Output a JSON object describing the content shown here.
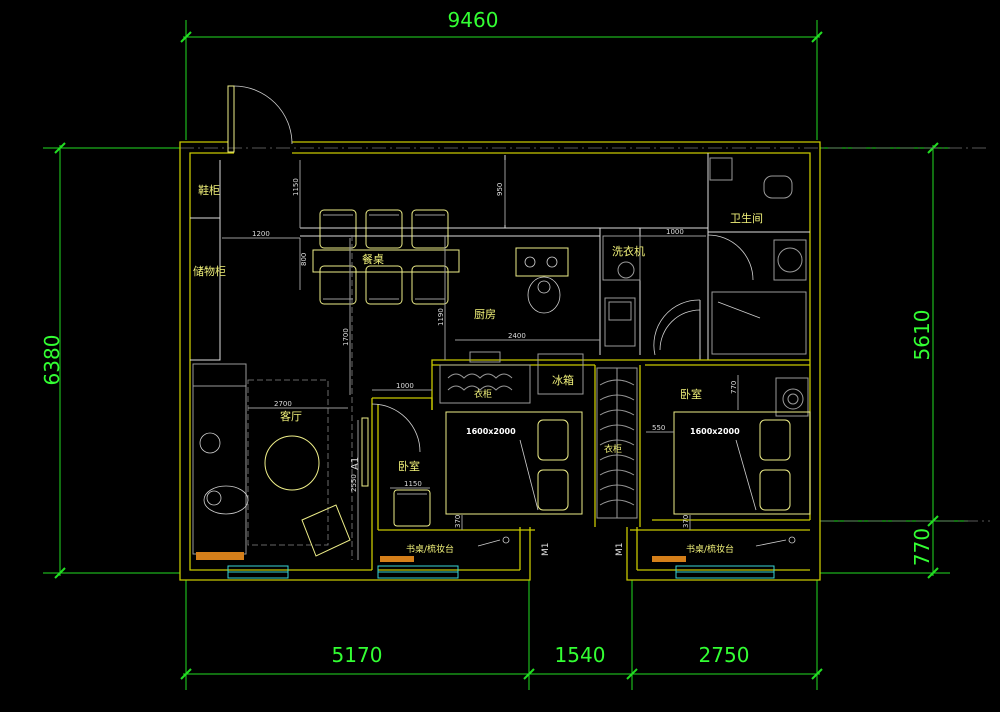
{
  "dimensions": {
    "total_width": "9460",
    "total_height": "6380",
    "right_upper": "5610",
    "right_lower": "770",
    "bottom_left": "5170",
    "bottom_mid": "1540",
    "bottom_right": "2750"
  },
  "inner_dims": [
    "1150",
    "950",
    "1200",
    "800",
    "1000",
    "1190",
    "1700",
    "2400",
    "1000",
    "2700",
    "2550",
    "1150",
    "770",
    "550",
    "370",
    "370"
  ],
  "rooms": {
    "shoe_cabinet": "鞋柜",
    "storage_cabinet": "储物柜",
    "dining": "餐桌",
    "kitchen": "厨房",
    "bathroom": "卫生间",
    "washer": "洗衣机",
    "living": "客厅",
    "bedroom1": "卧室",
    "bedroom2": "卧室",
    "wardrobe1": "衣柜",
    "wardrobe2": "衣柜",
    "fridge": "冰箱",
    "desk1": "书桌/梳妆台",
    "desk2": "书桌/梳妆台",
    "bed1": "1600x2000",
    "bed2": "1600x2000"
  },
  "marks": [
    "A1",
    "M1",
    "M1"
  ]
}
